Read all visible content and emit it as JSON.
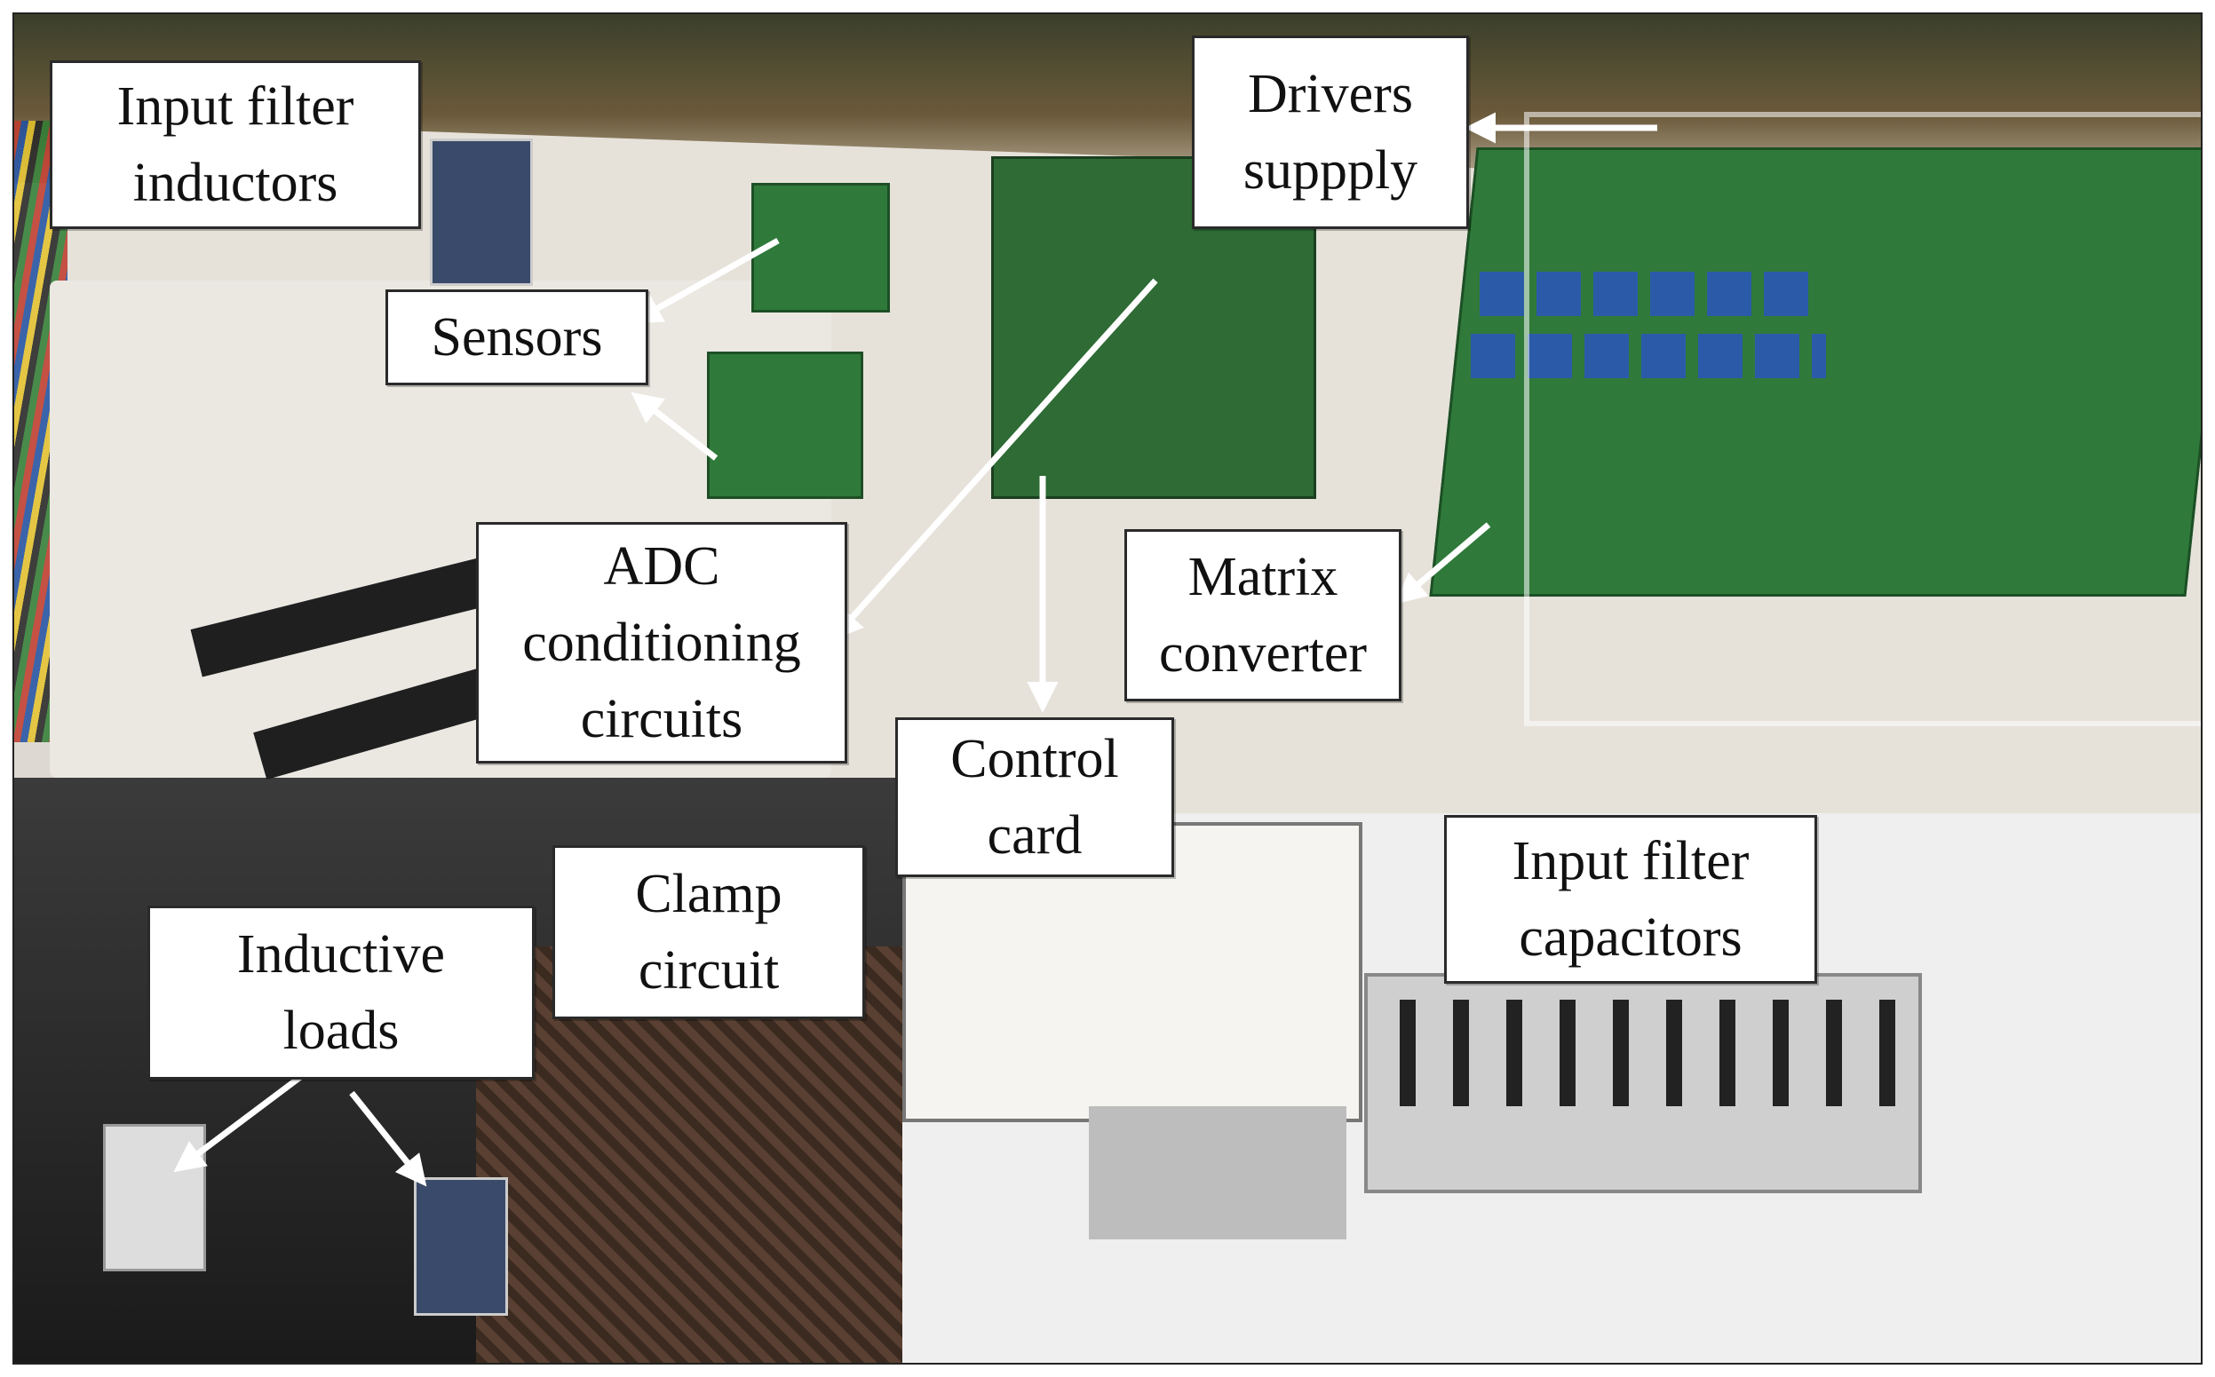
{
  "labels": {
    "input_filter_inductors": [
      "Input filter",
      "inductors"
    ],
    "sensors": [
      "Sensors"
    ],
    "drivers_supply": [
      "Drivers",
      "suppply"
    ],
    "adc_conditioning": [
      "ADC",
      "conditioning",
      "circuits"
    ],
    "matrix_converter": [
      "Matrix",
      "converter"
    ],
    "control_card": [
      "Control",
      "card"
    ],
    "clamp_circuit": [
      "Clamp",
      "circuit"
    ],
    "inductive_loads": [
      "Inductive",
      "loads"
    ],
    "input_filter_capacitors": [
      "Input filter",
      "capacitors"
    ]
  },
  "colors": {
    "label_bg": "#ffffff",
    "arrow": "#ffffff",
    "pcb_green": "#2f7a3a",
    "relay_blue": "#2b5aa8",
    "bench_top": "#e4e0d8",
    "dark_floor": "#2a2a2a"
  }
}
